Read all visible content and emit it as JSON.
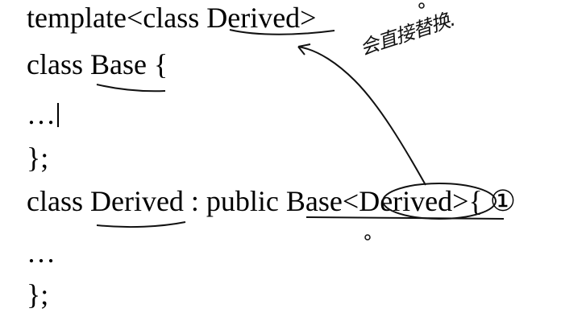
{
  "code": {
    "line1": "template<class Derived>",
    "line2": "class Base {",
    "line3": "…",
    "line4": "};",
    "line5": "class Derived : public Base<Derived>{ ①",
    "line6": "…",
    "line7": "};"
  },
  "handwriting": {
    "note": "会直接替换."
  }
}
